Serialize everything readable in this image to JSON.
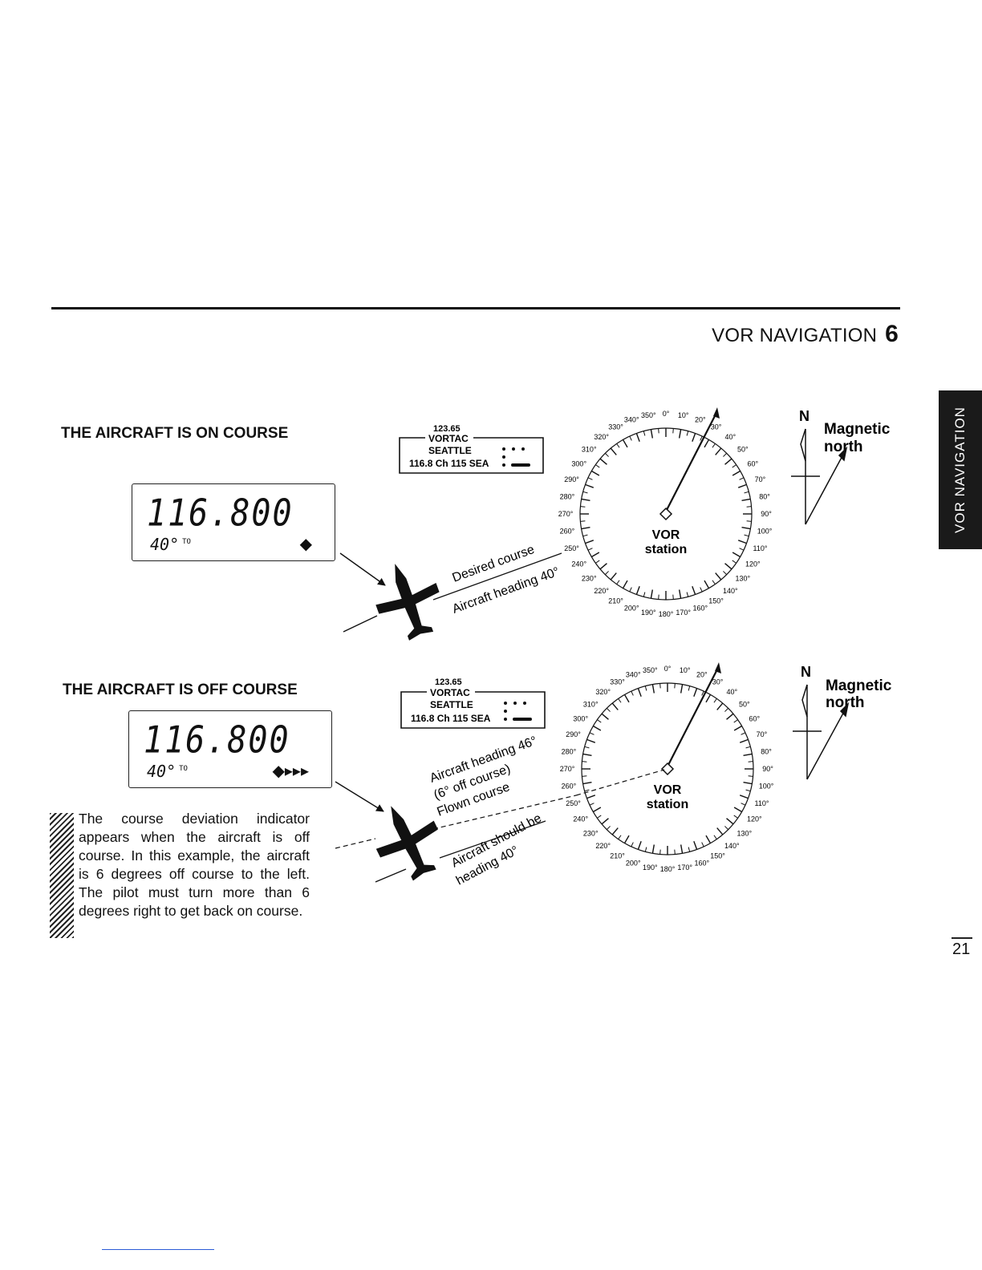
{
  "header": {
    "title": "VOR NAVIGATION",
    "chapter": "6"
  },
  "side_tab": "VOR NAVIGATION",
  "page_number": "21",
  "section_on": {
    "heading": "THE AIRCRAFT IS ON COURSE",
    "lcd": {
      "freq": "116.800",
      "course": "40°",
      "to": "TO",
      "cdi": "◆"
    },
    "chart_label": {
      "freq": "123.65",
      "type": "VORTAC",
      "name": "SEATTLE",
      "ident": "116.8 Ch 115 SEA"
    },
    "compass": {
      "station_line1": "VOR",
      "station_line2": "station"
    },
    "desired_course": "Desired course",
    "aircraft_heading": "Aircraft heading 40°",
    "north": {
      "n": "N",
      "line1": "Magnetic",
      "line2": "north"
    }
  },
  "section_off": {
    "heading": "THE AIRCRAFT IS OFF COURSE",
    "lcd": {
      "freq": "116.800",
      "course": "40°",
      "to": "TO",
      "cdi": "◆▸▸▸"
    },
    "chart_label": {
      "freq": "123.65",
      "type": "VORTAC",
      "name": "SEATTLE",
      "ident": "116.8 Ch 115 SEA"
    },
    "compass": {
      "station_line1": "VOR",
      "station_line2": "station"
    },
    "aircraft_heading": "Aircraft heading 46°",
    "off_course": "(6° off course)",
    "flown_course": "Flown course",
    "should_be_line1": "Aircraft should be",
    "should_be_line2": "heading 40°",
    "north": {
      "n": "N",
      "line1": "Magnetic",
      "line2": "north"
    },
    "description": "The course deviation indicator appears when the aircraft is off course. In this example, the aircraft is 6 degrees off course to the left. The pilot must turn more than 6 degrees right to get back on course."
  },
  "compass_degrees": [
    "0°",
    "10°",
    "20°",
    "30°",
    "40°",
    "50°",
    "60°",
    "70°",
    "80°",
    "90°",
    "100°",
    "110°",
    "120°",
    "130°",
    "140°",
    "150°",
    "160°",
    "170°",
    "180°",
    "190°",
    "200°",
    "210°",
    "220°",
    "230°",
    "240°",
    "250°",
    "260°",
    "270°",
    "280°",
    "290°",
    "300°",
    "310°",
    "320°",
    "330°",
    "340°",
    "350°"
  ]
}
